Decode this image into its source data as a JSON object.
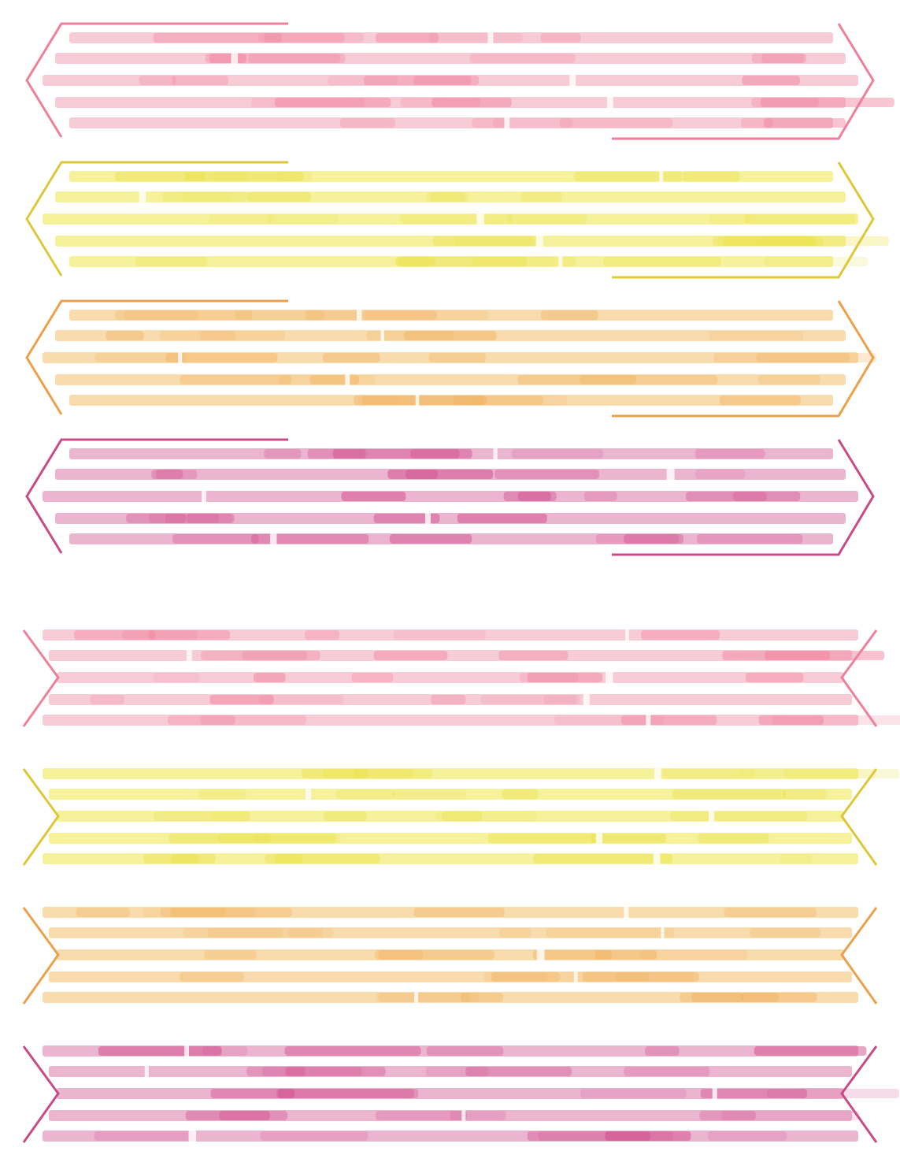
{
  "colors": {
    "pink": "#ef7f9b",
    "yellow": "#dcc83a",
    "orange": "#eda04a",
    "magenta": "#c84a86",
    "pink_fill": "#f7c3d0",
    "yellow_fill": "#f4ef8a",
    "orange_fill": "#f8d6a0",
    "magenta_fill": "#e8a8c8",
    "pink_accent": "#ef7f9b",
    "yellow_accent": "#ebe14a",
    "orange_accent": "#f1b261",
    "magenta_accent": "#cf4687"
  },
  "banners": [
    {
      "style": "arrow",
      "color": "pink"
    },
    {
      "style": "arrow",
      "color": "yellow"
    },
    {
      "style": "arrow",
      "color": "orange"
    },
    {
      "style": "arrow",
      "color": "magenta"
    },
    {
      "style": "notched",
      "color": "pink"
    },
    {
      "style": "notched",
      "color": "yellow"
    },
    {
      "style": "notched",
      "color": "orange"
    },
    {
      "style": "notched",
      "color": "magenta"
    }
  ]
}
